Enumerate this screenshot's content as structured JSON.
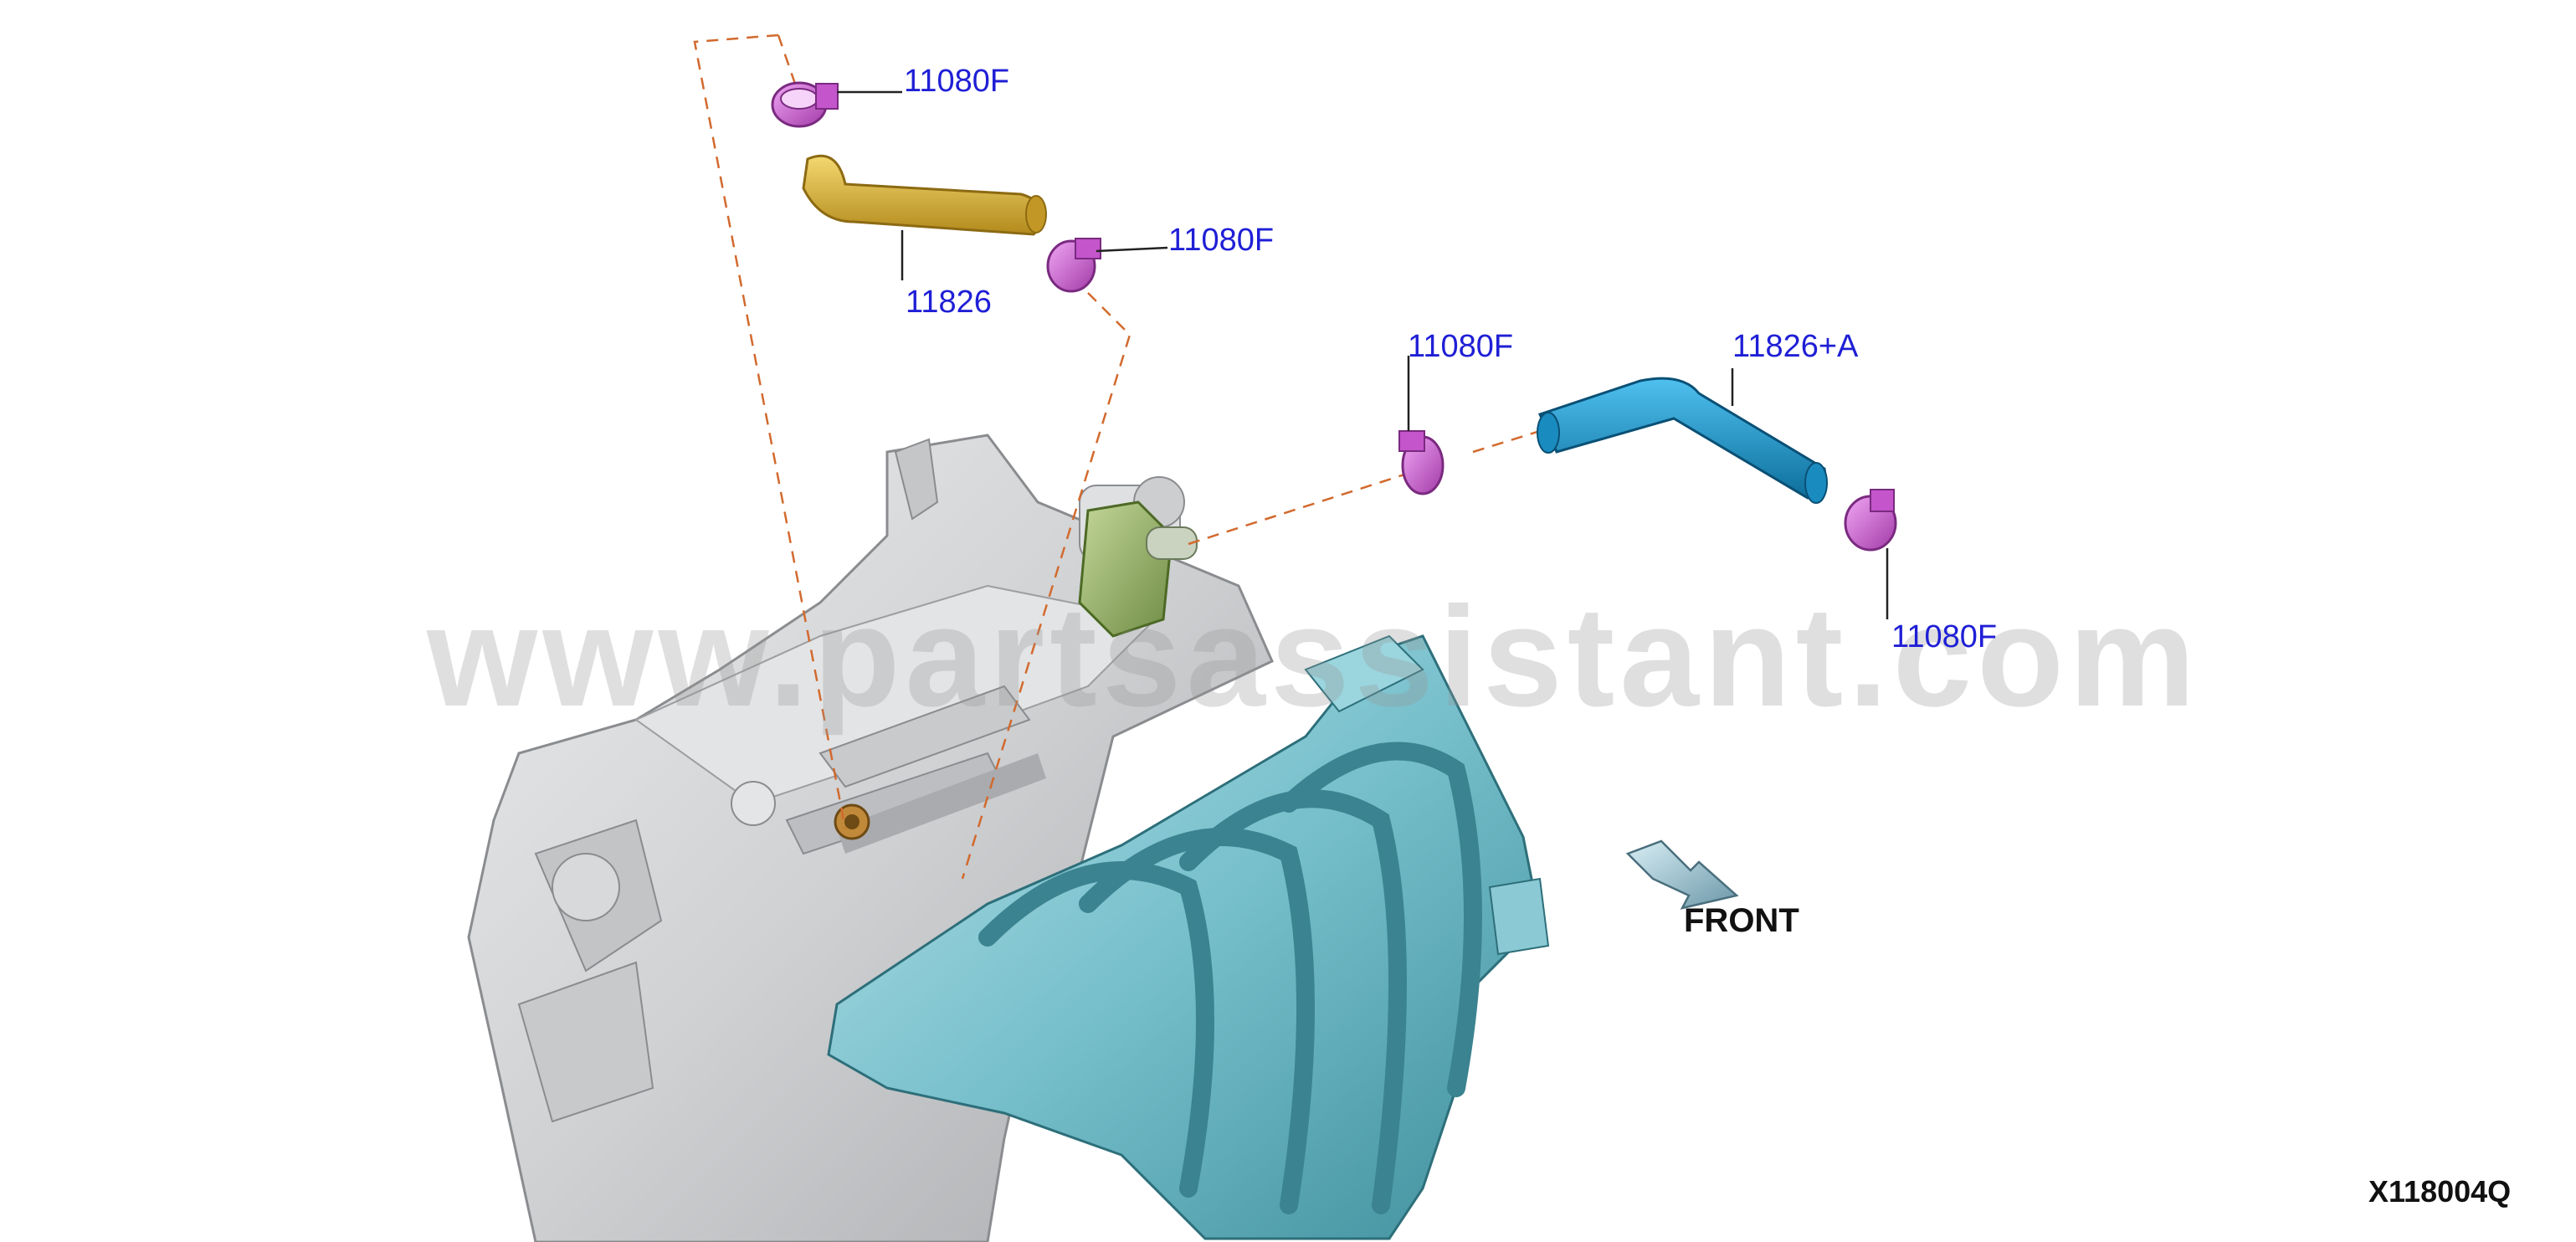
{
  "diagram": {
    "watermark": "www.partsassistant.com",
    "direction_label": "FRONT",
    "diagram_code": "X118004Q",
    "callouts": {
      "clamp_top": "11080F",
      "clamp_upper_right": "11080F",
      "hose_upper": "11826",
      "clamp_middle": "11080F",
      "hose_lower": "11826+A",
      "clamp_right": "11080F"
    },
    "colors": {
      "callout_text": "#1f1fd6",
      "clamp": "#d264d8",
      "hose_upper": "#e7c04a",
      "hose_lower": "#1b9ed6",
      "manifold": "#7fc6d0",
      "pcv_housing": "#9bb86a",
      "engine": "#d2d4d6",
      "leader_dashed": "#d26a2e"
    }
  }
}
